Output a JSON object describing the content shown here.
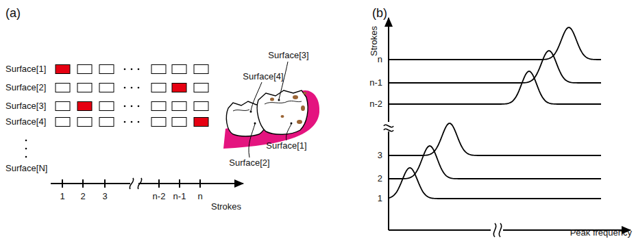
{
  "diagram": {
    "labels": [
      "(a)",
      "Surface[1]",
      "Surface[2]",
      "Surface[3]",
      "Surface[4]",
      "Surface[N]",
      "1",
      "2",
      "3",
      "n-2",
      "n-1",
      "n",
      "Strokes",
      "Surface[4]",
      "Surface[3]",
      "Surface[1]",
      "Surface[2]",
      "(b)",
      "Strokes",
      "n",
      "n-1",
      "n-2",
      "3",
      "2",
      "1",
      "Peak frequency"
    ]
  }
}
